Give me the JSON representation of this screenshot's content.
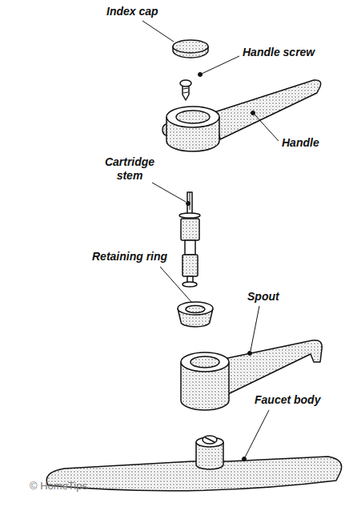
{
  "diagram": {
    "labels": [
      "Index cap",
      "Handle screw",
      "Handle",
      "Cartridge stem",
      "Retaining ring",
      "Spout",
      "Faucet body",
      "© HomeTips"
    ]
  }
}
